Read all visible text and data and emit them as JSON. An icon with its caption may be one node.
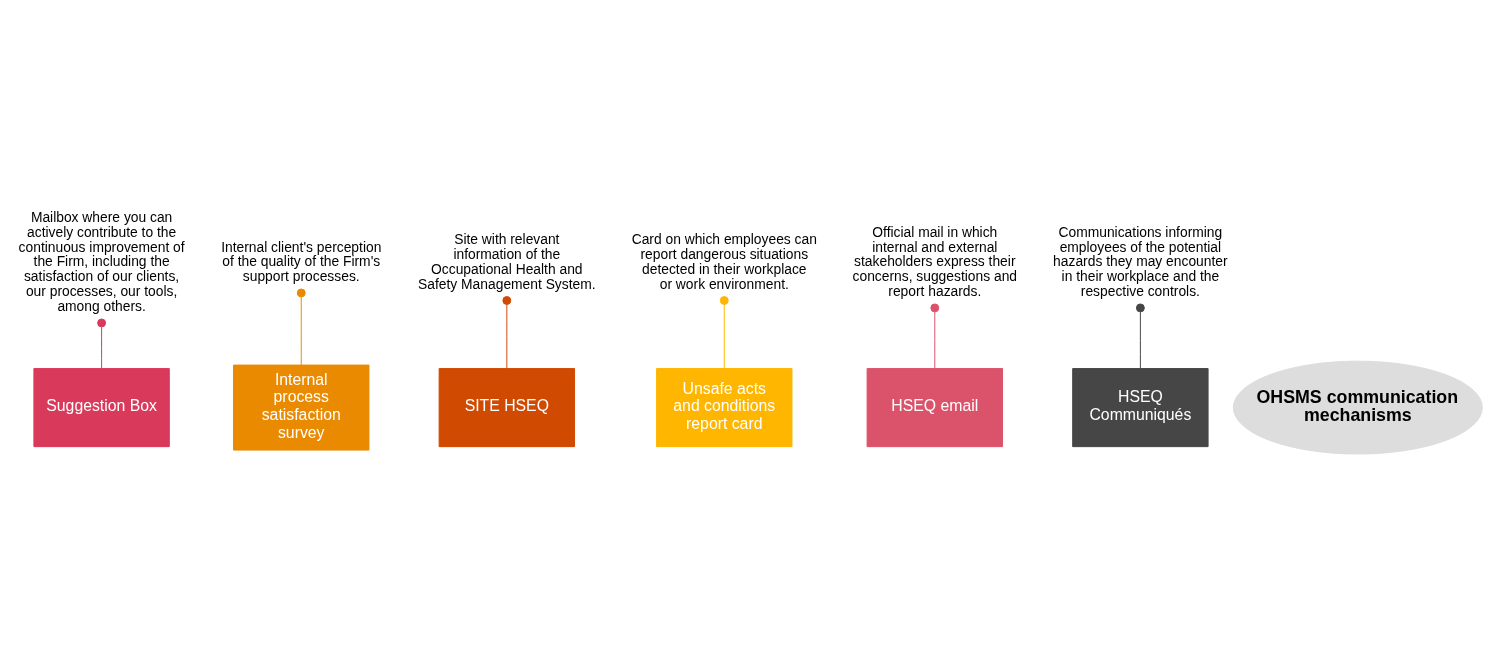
{
  "diagram": {
    "nodes": [
      {
        "text": [
          "Suggestion Box"
        ]
      },
      {
        "text": [
          "Internal process satisfaction survey"
        ]
      },
      {
        "text": [
          "SITE HSEQ"
        ]
      },
      {
        "text": [
          "Unsafe acts and conditions report card"
        ]
      },
      {
        "text": [
          "HSEQ email"
        ]
      },
      {
        "text": [
          "HSEQ Communiqués"
        ]
      },
      {
        "text": [
          "OHSMS communication mechanisms"
        ]
      },
      {
        "text": [
          "Mailbox where you can actively contribute to the continuous improvement of the Firm, including the satisfaction of our clients, our processes, our tools, among others."
        ]
      },
      {
        "text": [
          "Internal client's perception of the quality of the Firm's support processes."
        ]
      },
      {
        "text": [
          "Site with relevant information of the Occupational Health and Safety Management System."
        ]
      },
      {
        "text": [
          "Card on which employees can report dangerous situations detected in their workplace or work environment."
        ]
      },
      {
        "text": [
          "Official mail in which internal and external stakeholders express their concerns, suggestions and report hazards."
        ]
      },
      {
        "text": [
          "Communications informing employees of the potential hazards they may encounter in their workplace and the respective controls."
        ]
      }
    ],
    "edges": [
      {
        "from": 7,
        "to": 0,
        "arrow": "other",
        "color": "#d9395a"
      },
      {
        "from": 8,
        "to": 1,
        "arrow": "other",
        "color": "#e98a00"
      },
      {
        "from": 9,
        "to": 2,
        "arrow": "other",
        "color": "#d04a02"
      },
      {
        "from": 10,
        "to": 3,
        "arrow": "other",
        "color": "#ffb600"
      },
      {
        "from": 11,
        "to": 4,
        "arrow": "other",
        "color": "#db536a"
      },
      {
        "from": 12,
        "to": 5,
        "arrow": "other",
        "color": "#464646"
      }
    ]
  }
}
